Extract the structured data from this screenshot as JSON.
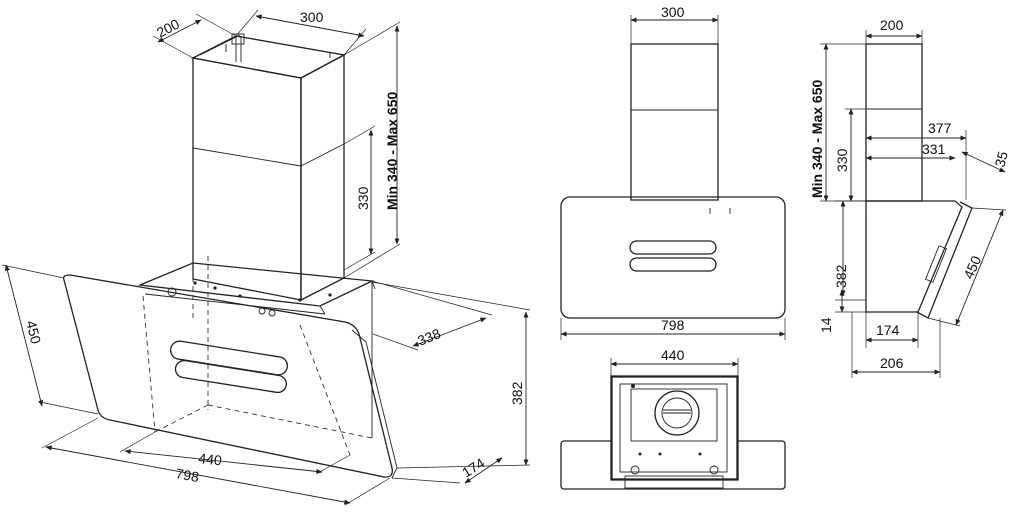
{
  "isometric_view": {
    "chimney_depth": "200",
    "chimney_width": "300",
    "chimney_height_range": "Min  340  -  Max  650",
    "chimney_lower_height": "330",
    "glass_height": "450",
    "hood_depth": "338",
    "hood_height": "382",
    "inner_width": "440",
    "glass_width": "798",
    "base_depth": "174"
  },
  "front_view": {
    "chimney_width": "300",
    "glass_width": "798"
  },
  "bottom_view": {
    "inner_width": "440"
  },
  "side_view": {
    "chimney_depth": "200",
    "chimney_height_range": "Min  340  -  Max  650",
    "chimney_lower_height": "330",
    "reach_top": "377",
    "reach_inner": "331",
    "glass_thickness": "35",
    "glass_height": "450",
    "hood_height": "382",
    "base_thickness": "14",
    "base_depth": "174",
    "overall_depth": "206"
  }
}
